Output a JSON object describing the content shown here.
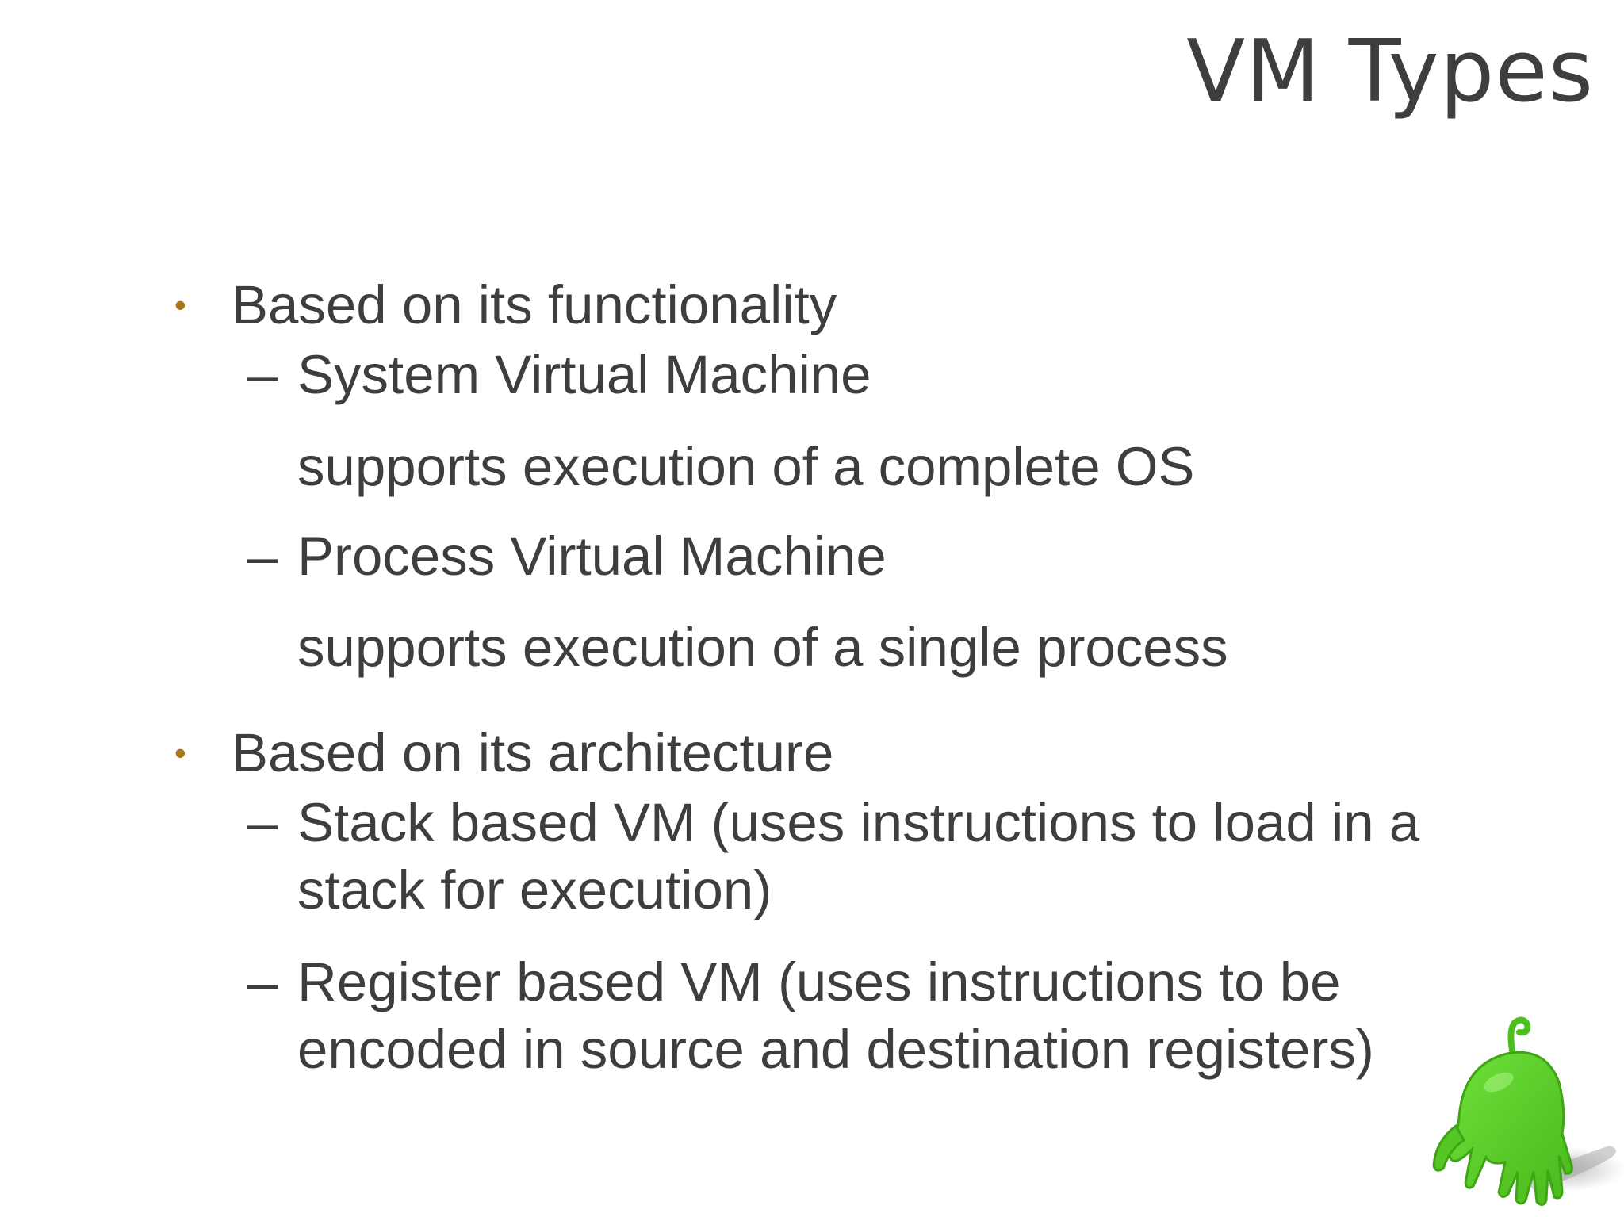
{
  "title": "VM Types",
  "bullets": [
    {
      "text": "Based on its functionality",
      "subitems": [
        {
          "dash": "–",
          "lines": [
            "System Virtual Machine"
          ]
        },
        {
          "dash": "",
          "lines": [
            "supports execution of a complete OS"
          ]
        },
        {
          "dash": "–",
          "lines": [
            "Process Virtual Machine"
          ]
        },
        {
          "dash": "",
          "lines": [
            "supports execution of a single process"
          ]
        }
      ]
    },
    {
      "text": "Based on its architecture",
      "subitems": [
        {
          "dash": "–",
          "lines": [
            "Stack based VM (uses instructions to load in a",
            "stack for execution)"
          ]
        },
        {
          "dash": "–",
          "lines": [
            "Register based VM (uses instructions to be",
            "encoded in source and destination registers)"
          ]
        }
      ]
    }
  ],
  "bullet_char": "•",
  "colors": {
    "text": "#3e3e3e",
    "bullet": "#a8761b",
    "mascot": "#5ecf2a"
  },
  "decorations": [
    "green-mascot-icon"
  ]
}
